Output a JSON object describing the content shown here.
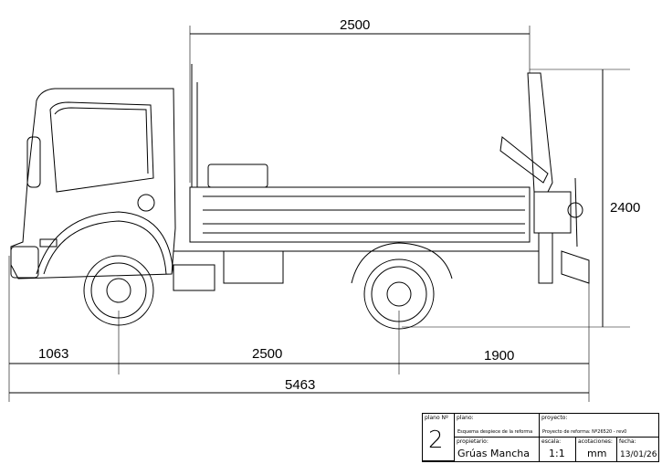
{
  "dimensions": {
    "top_length": "2500",
    "height": "2400",
    "front_overhang": "1063",
    "wheelbase": "2500",
    "rear_overhang": "1900",
    "total_length": "5463"
  },
  "title_block": {
    "plano_no_label": "plano Nº",
    "plano_no": "2",
    "plano_label": "plano:",
    "plano": "Esquema despiece de la reforma",
    "proyecto_label": "proyecto:",
    "proyecto": "Proyecto de reforma: Nº26520 - rev0",
    "propietario_label": "propietario:",
    "propietario": "Grúas Mancha",
    "escala_label": "escala:",
    "escala": "1:1",
    "acotaciones_label": "acotaciones:",
    "acotaciones": "mm",
    "fecha_label": "fecha:",
    "fecha": "13/01/26"
  }
}
